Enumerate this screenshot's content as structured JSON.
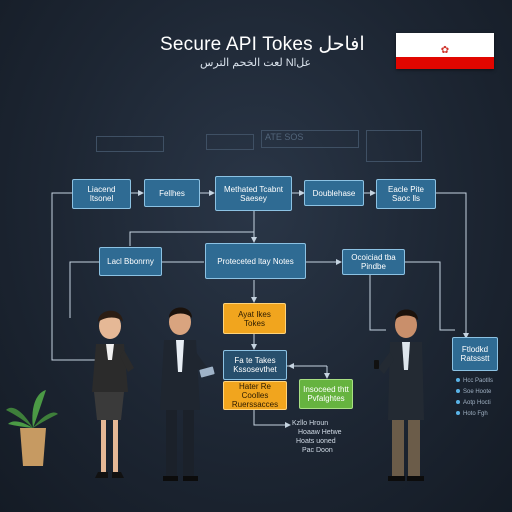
{
  "header": {
    "title": "Secure API Tokes افاحل",
    "subtitle": "لعت الخحم الترس Nlعل"
  },
  "flag": {
    "colors": [
      "#ffffff",
      "#e10600",
      "#ffffff"
    ],
    "emblem": "tulip-emblem"
  },
  "background_panel": {
    "label": "ATE SOS",
    "color": "#52657a"
  },
  "nodes": {
    "request_identity": "Liacend Itsonel",
    "fellows": "Fellhes",
    "method_token_server": "Methated Tcabnt Saesey",
    "doublebase": "Doublehase",
    "token_rights": "Eacle Pite Saoc lls",
    "label_economy": "Lacl Bbonrny",
    "protected_key_notes": "Proteceted ltay Notes",
    "defined_trades": "Ocoiciad tba Pindbe",
    "attack_tokens": "Ayat Ikes Tokes",
    "fa_to_token": "Fa te Takes Kssosevthet",
    "rate_cookies": "Hater Re Coolles Ruerssacces",
    "insurance_refreshes": "Insoceed thtt Pvfalghtes",
    "right_panel": "Ftlodkd Ratssstt"
  },
  "notes": {
    "bottom_line_1": "Kzllo Hroun",
    "bottom_line_2": "Hoaaw Hetwe",
    "bottom_line_3": "Hoats uoned",
    "bottom_line_4": "Pac Doon"
  },
  "sidelist": [
    "Hcc Paotlls",
    "Soe Hoote",
    "Aotp Hocti",
    "Hoto Fgh"
  ],
  "colors": {
    "background": "#1d2633",
    "node_blue": "#2f6b93",
    "node_orange": "#f1a51e",
    "node_green": "#66b33f",
    "connector": "#c5d3e0",
    "flag_red": "#e10600"
  },
  "people": [
    {
      "role": "woman-with-tablet",
      "suit": "#2b2b2b",
      "skirt": "#3a3a3a"
    },
    {
      "role": "man-with-tablet",
      "suit": "#1f2630"
    },
    {
      "role": "man-with-phone",
      "suit": "#232a33",
      "trousers": "#6b5c49"
    }
  ],
  "plant": {
    "pot": "#c69a62",
    "leaves": "#3e7f3a"
  }
}
